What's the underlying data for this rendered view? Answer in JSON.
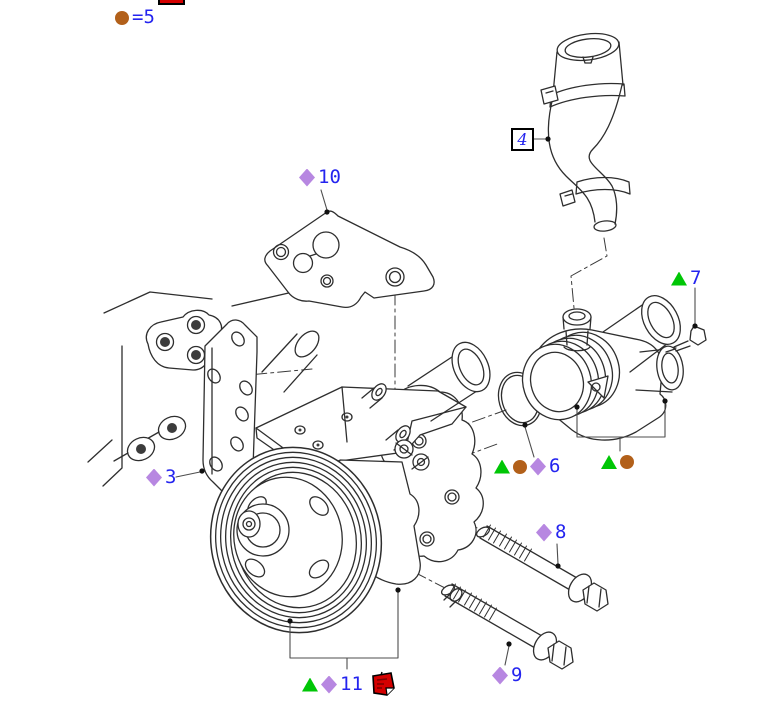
{
  "page": {
    "type": "parts-catalog-exploded-diagram",
    "background": "#ffffff"
  },
  "legend": {
    "marker_icon": "brown-dot-icon",
    "label": "=5"
  },
  "callouts": {
    "c3": {
      "number": "3",
      "markers": [
        "purple-diamond"
      ]
    },
    "c4": {
      "number": "4",
      "markers": [
        "boxed-number"
      ]
    },
    "c6": {
      "number": "6",
      "markers": [
        "green-triangle",
        "brown-dot",
        "purple-diamond"
      ]
    },
    "c7": {
      "number": "7",
      "markers": [
        "green-triangle"
      ]
    },
    "c8": {
      "number": "8",
      "markers": [
        "purple-diamond"
      ]
    },
    "c9": {
      "number": "9",
      "markers": [
        "purple-diamond"
      ]
    },
    "c10": {
      "number": "10",
      "markers": [
        "purple-diamond"
      ]
    },
    "c11": {
      "number": "11",
      "markers": [
        "green-triangle",
        "purple-diamond"
      ],
      "note_icon": true
    },
    "housing_group": {
      "number": "",
      "markers": [
        "green-triangle",
        "brown-dot"
      ]
    }
  },
  "icons": {
    "purple-diamond": "◆",
    "green-triangle": "▲",
    "brown-dot": "●",
    "boxed-number": "▢",
    "red-note": "⚑",
    "cropped-red-icon": "⚑"
  },
  "parts_depicted": [
    "coolant-hose-with-clamps",
    "gasket-plate",
    "engine-block-section",
    "side-plate",
    "thermostat-housing",
    "o-ring-seal",
    "bleed-fitting",
    "water-pump-with-pulley",
    "mounting-bracket",
    "long-flange-bolt-upper",
    "long-flange-bolt-lower",
    "small-screw"
  ],
  "colors": {
    "label_blue": "#2424ef",
    "diamond_purple": "#b787e1",
    "triangle_green": "#00c606",
    "dot_brown": "#b2601a",
    "note_red": "#d40000",
    "line_art": "#2e2e2e"
  }
}
